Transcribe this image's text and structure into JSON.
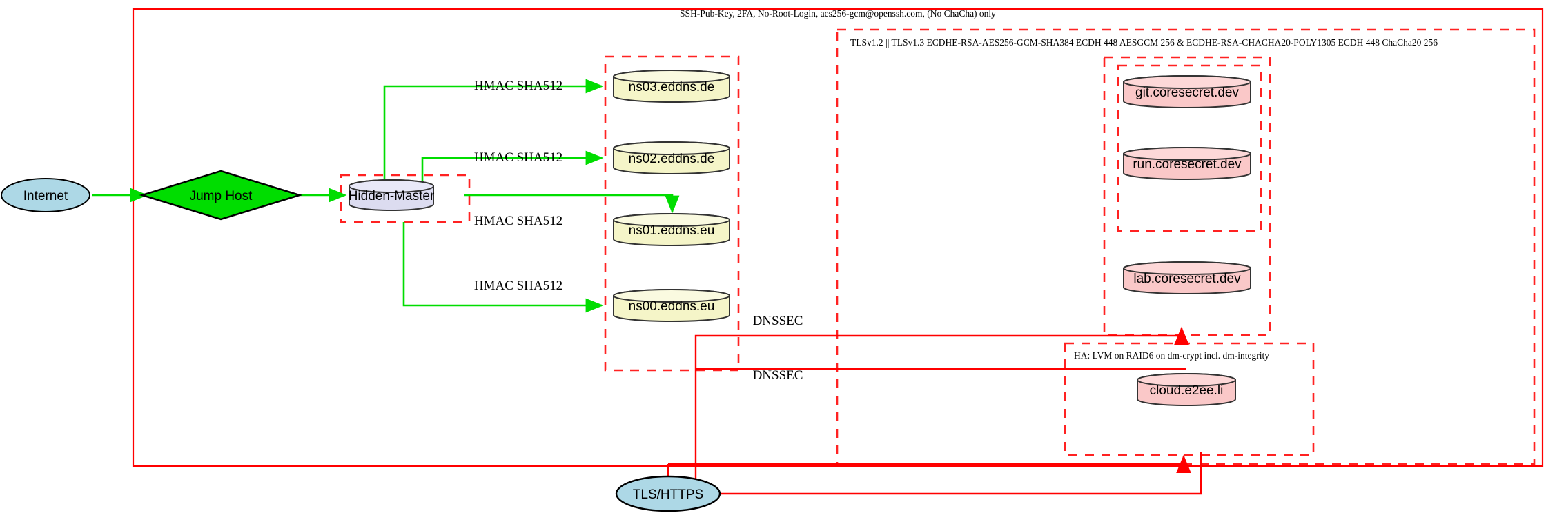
{
  "diagram": {
    "type": "network-infrastructure-diagram",
    "clusters": [
      {
        "id": "ssh-zone",
        "label": "SSH-Pub-Key, 2FA, No-Root-Login, aes256-gcm@openssh.com, (No ChaCha) only",
        "style": "solid",
        "color": "#ff0000"
      },
      {
        "id": "tls-zone",
        "label": "TLSv1.2 || TLSv1.3 ECDHE-RSA-AES256-GCM-SHA384 ECDH 448 AESGCM 256 & ECDHE-RSA-CHACHA20-POLY1305 ECDH 448 ChaCha20 256",
        "style": "dashed",
        "color": "#ff2222"
      },
      {
        "id": "ha-zone",
        "label": "HA: LVM on RAID6 on dm-crypt incl. dm-integrity",
        "style": "dashed",
        "color": "#ff2222"
      },
      {
        "id": "ns-zone",
        "label": "",
        "style": "dashed",
        "color": "#ff2222"
      },
      {
        "id": "master-zone",
        "label": "",
        "style": "dashed",
        "color": "#ff2222"
      },
      {
        "id": "core-zone",
        "label": "",
        "style": "dashed",
        "color": "#ff2222"
      },
      {
        "id": "core-inner-zone",
        "label": "",
        "style": "dashed",
        "color": "#ff2222"
      }
    ],
    "nodes": [
      {
        "id": "internet",
        "label": "Internet",
        "shape": "ellipse",
        "fill": "#add8e6"
      },
      {
        "id": "jumphost",
        "label": "Jump Host",
        "shape": "diamond",
        "fill": "#00dd00"
      },
      {
        "id": "hiddenmaster",
        "label": "Hidden-Master",
        "shape": "cylinder",
        "fill": "#dcdcf0"
      },
      {
        "id": "ns03",
        "label": "ns03.eddns.de",
        "shape": "cylinder",
        "fill": "#f5f5c8"
      },
      {
        "id": "ns02",
        "label": "ns02.eddns.de",
        "shape": "cylinder",
        "fill": "#f5f5c8"
      },
      {
        "id": "ns01",
        "label": "ns01.eddns.eu",
        "shape": "cylinder",
        "fill": "#f5f5c8"
      },
      {
        "id": "ns00",
        "label": "ns00.eddns.eu",
        "shape": "cylinder",
        "fill": "#f5f5c8"
      },
      {
        "id": "git",
        "label": "git.coresecret.dev",
        "shape": "cylinder",
        "fill": "#fac8c8"
      },
      {
        "id": "run",
        "label": "run.coresecret.dev",
        "shape": "cylinder",
        "fill": "#fac8c8"
      },
      {
        "id": "lab",
        "label": "lab.coresecret.dev",
        "shape": "cylinder",
        "fill": "#fac8c8"
      },
      {
        "id": "cloud",
        "label": "cloud.e2ee.li",
        "shape": "cylinder",
        "fill": "#fac8c8"
      },
      {
        "id": "tlshttps",
        "label": "TLS/HTTPS",
        "shape": "ellipse",
        "fill": "#add8e6"
      }
    ],
    "edges": [
      {
        "from": "internet",
        "to": "jumphost",
        "label": "",
        "color": "#00dd00"
      },
      {
        "from": "jumphost",
        "to": "hiddenmaster",
        "label": "",
        "color": "#00dd00"
      },
      {
        "from": "hiddenmaster",
        "to": "ns03",
        "label": "HMAC SHA512",
        "color": "#00dd00"
      },
      {
        "from": "hiddenmaster",
        "to": "ns02",
        "label": "HMAC SHA512",
        "color": "#00dd00"
      },
      {
        "from": "hiddenmaster",
        "to": "ns01",
        "label": "HMAC SHA512",
        "color": "#00dd00"
      },
      {
        "from": "hiddenmaster",
        "to": "ns00",
        "label": "HMAC SHA512",
        "color": "#00dd00"
      },
      {
        "from": "tlshttps",
        "to": "core-zone",
        "label": "DNSSEC",
        "color": "#ff0000"
      },
      {
        "from": "tlshttps",
        "to": "ha-zone",
        "label": "DNSSEC",
        "color": "#ff0000"
      }
    ],
    "edge_labels": {
      "hmac": "HMAC SHA512",
      "dnssec": "DNSSEC"
    }
  }
}
